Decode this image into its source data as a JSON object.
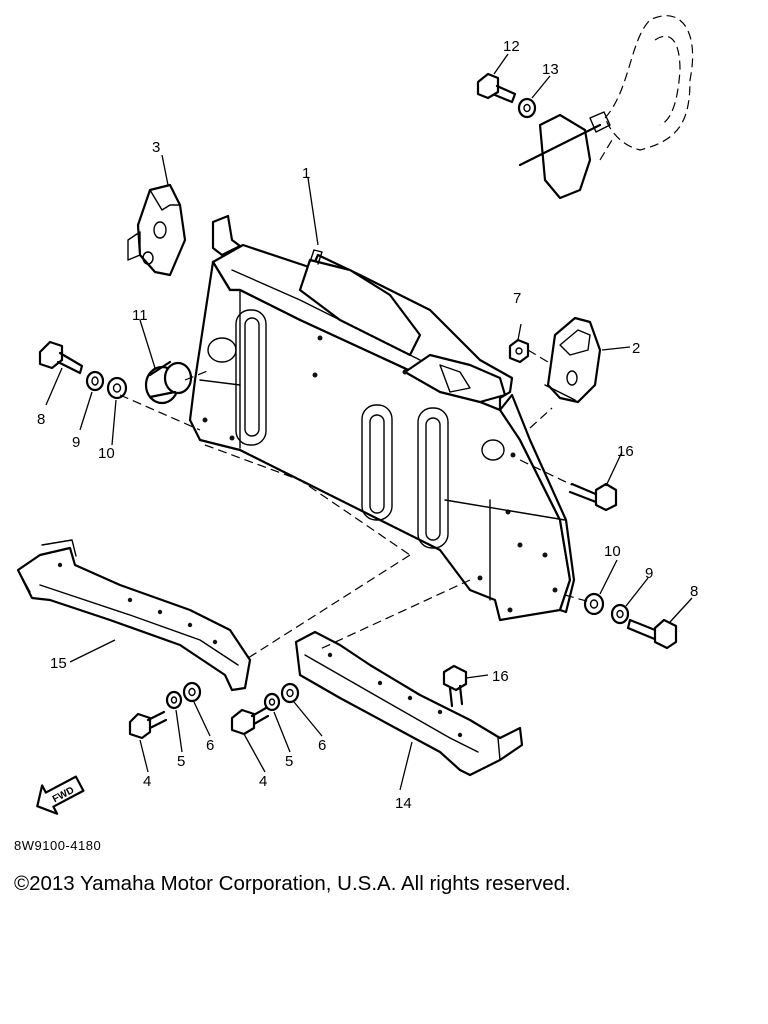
{
  "diagram": {
    "callouts": {
      "c1": "1",
      "c2": "2",
      "c3": "3",
      "c4a": "4",
      "c4b": "4",
      "c5a": "5",
      "c5b": "5",
      "c6a": "6",
      "c6b": "6",
      "c7": "7",
      "c8a": "8",
      "c8b": "8",
      "c9a": "9",
      "c9b": "9",
      "c10a": "10",
      "c10b": "10",
      "c11": "11",
      "c12": "12",
      "c13": "13",
      "c14": "14",
      "c15": "15",
      "c16a": "16",
      "c16b": "16"
    },
    "fwd_label": "FWD",
    "fwd_icon": "arrow-fwd-icon"
  },
  "footer": {
    "code": "8W9100-4180",
    "copyright": "©2013 Yamaha Motor Corporation, U.S.A. All rights reserved."
  }
}
